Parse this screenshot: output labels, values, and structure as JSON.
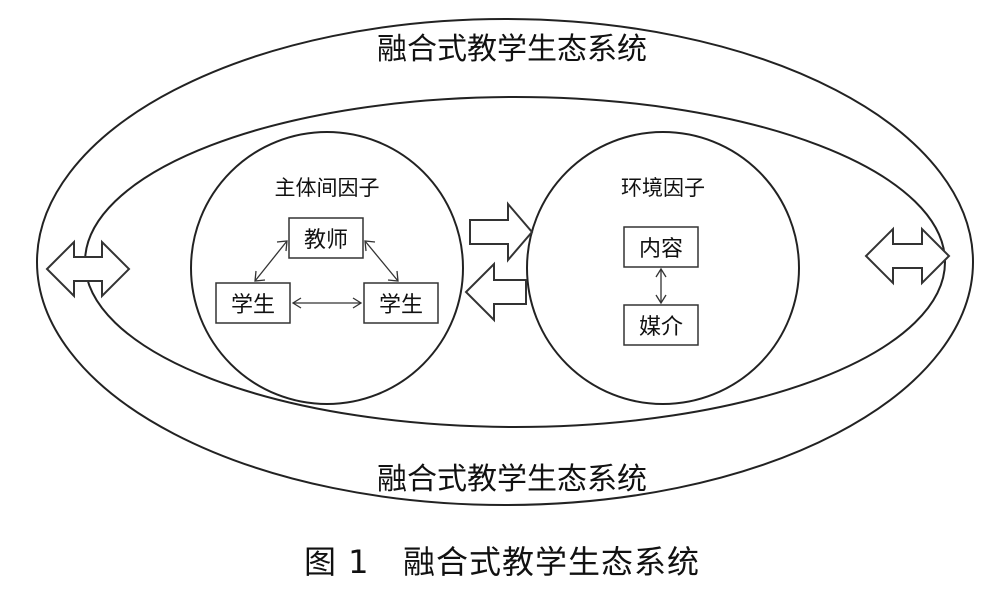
{
  "diagram": {
    "outer_title_top": "融合式教学生态系统",
    "outer_title_bottom": "融合式教学生态系统",
    "subject_circle": {
      "title": "主体间因子",
      "nodes": {
        "teacher": "教师",
        "student_left": "学生",
        "student_right": "学生"
      }
    },
    "environment_circle": {
      "title": "环境因子",
      "nodes": {
        "content": "内容",
        "media": "媒介"
      }
    }
  },
  "caption": "图 1   融合式教学生态系统"
}
